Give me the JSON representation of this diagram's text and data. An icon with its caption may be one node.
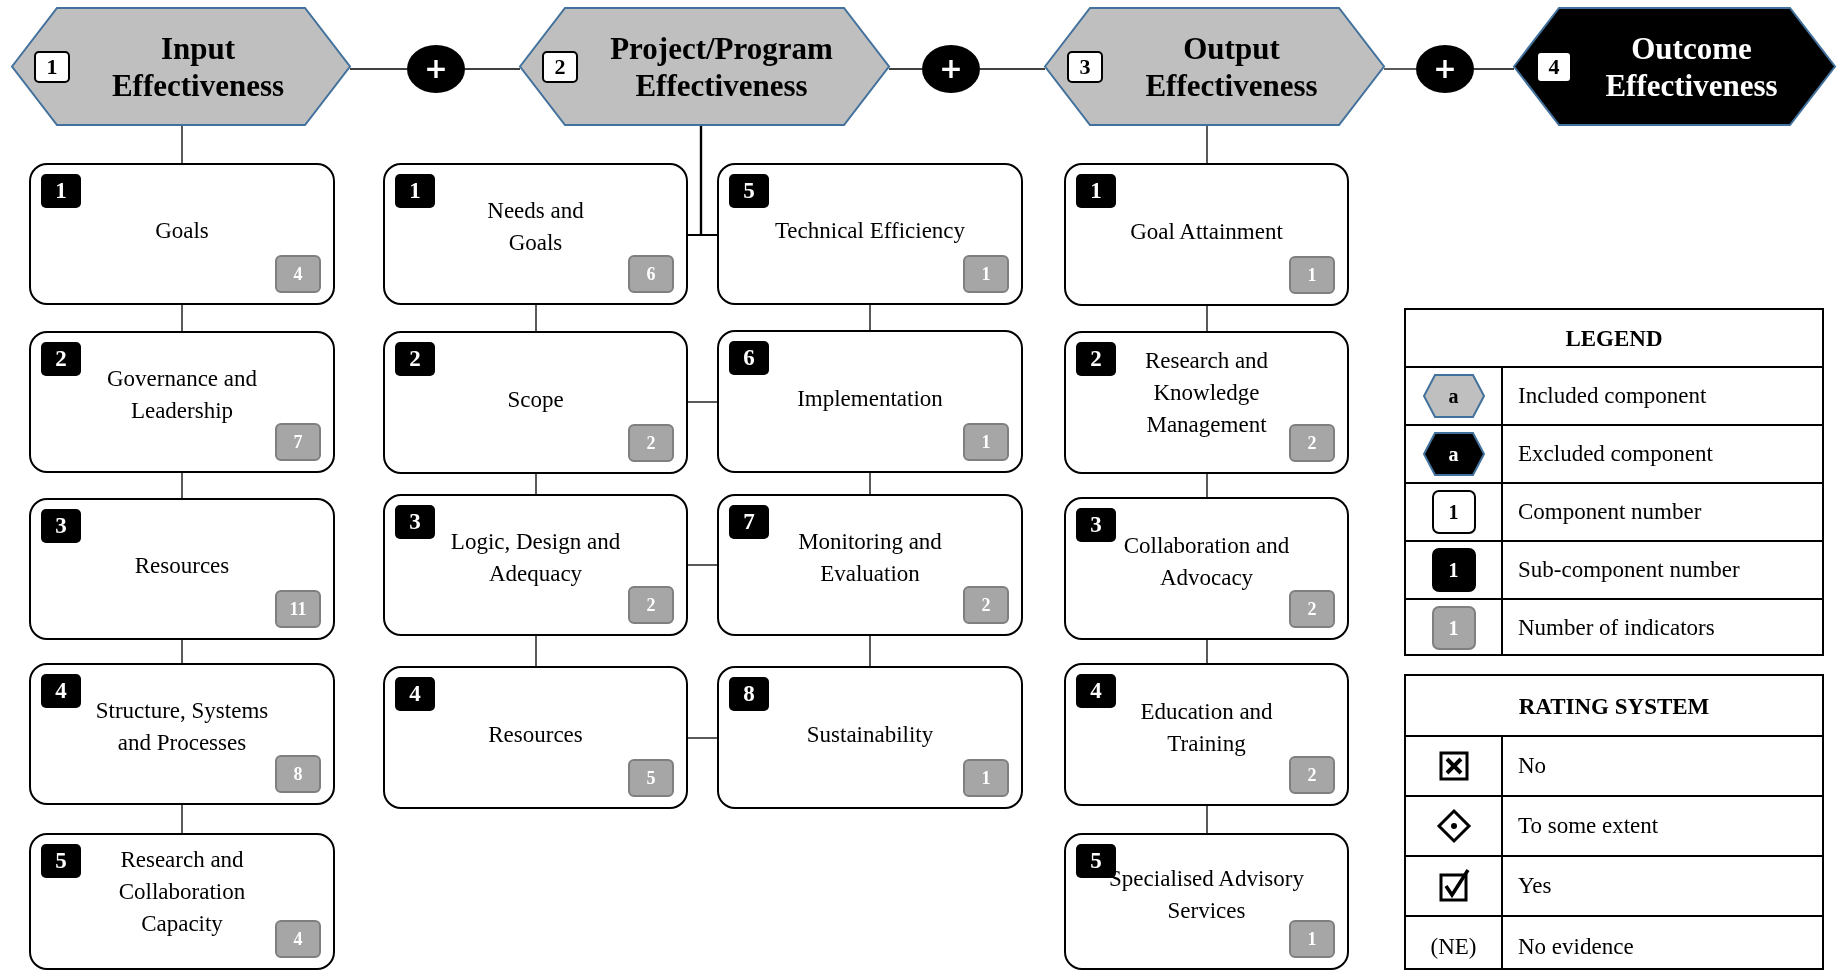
{
  "diagram": {
    "nodes": [
      {
        "text": [
          "1",
          "Input Effectiveness"
        ]
      },
      {
        "text": [
          "+"
        ]
      },
      {
        "text": [
          "2",
          "Project/Program Effectiveness"
        ]
      },
      {
        "text": [
          "+"
        ]
      },
      {
        "text": [
          "3",
          "Output Effectiveness"
        ]
      },
      {
        "text": [
          "+"
        ]
      },
      {
        "text": [
          "4",
          "Outcome Effectiveness"
        ]
      },
      {
        "text": [
          "1",
          "Goals",
          "4"
        ]
      },
      {
        "text": [
          "2",
          "Governance and Leadership",
          "7"
        ]
      },
      {
        "text": [
          "3",
          "Resources",
          "11"
        ]
      },
      {
        "text": [
          "4",
          "Structure, Systems and Processes",
          "8"
        ]
      },
      {
        "text": [
          "5",
          "Research and Collaboration Capacity",
          "4"
        ]
      },
      {
        "text": [
          "1",
          "Needs and Goals",
          "6"
        ]
      },
      {
        "text": [
          "2",
          "Scope",
          "2"
        ]
      },
      {
        "text": [
          "3",
          "Logic, Design and Adequacy",
          "2"
        ]
      },
      {
        "text": [
          "4",
          "Resources",
          "5"
        ]
      },
      {
        "text": [
          "5",
          "Technical Efficiency",
          "1"
        ]
      },
      {
        "text": [
          "6",
          "Implementation",
          "1"
        ]
      },
      {
        "text": [
          "7",
          "Monitoring and Evaluation",
          "2"
        ]
      },
      {
        "text": [
          "8",
          "Sustainability",
          "1"
        ]
      },
      {
        "text": [
          "1",
          "Goal Attainment",
          "1"
        ]
      },
      {
        "text": [
          "2",
          "Research and Knowledge Management",
          "2"
        ]
      },
      {
        "text": [
          "3",
          "Collaboration and Advocacy",
          "2"
        ]
      },
      {
        "text": [
          "4",
          "Education and Training",
          "2"
        ]
      },
      {
        "text": [
          "5",
          "Specialised Advisory Services",
          "1"
        ]
      }
    ],
    "edges": [
      {
        "from": 0,
        "to": 1,
        "arrow": "none"
      },
      {
        "from": 1,
        "to": 2,
        "arrow": "none"
      },
      {
        "from": 2,
        "to": 3,
        "arrow": "none"
      },
      {
        "from": 3,
        "to": 4,
        "arrow": "none"
      },
      {
        "from": 4,
        "to": 5,
        "arrow": "none"
      },
      {
        "from": 5,
        "to": 6,
        "arrow": "none"
      },
      {
        "from": 0,
        "to": 7,
        "arrow": "none"
      },
      {
        "from": 7,
        "to": 8,
        "arrow": "none"
      },
      {
        "from": 8,
        "to": 9,
        "arrow": "none"
      },
      {
        "from": 9,
        "to": 10,
        "arrow": "none"
      },
      {
        "from": 10,
        "to": 11,
        "arrow": "none"
      },
      {
        "from": 2,
        "to": 12,
        "arrow": "none"
      },
      {
        "from": 2,
        "to": 16,
        "arrow": "none"
      },
      {
        "from": 12,
        "to": 13,
        "arrow": "none"
      },
      {
        "from": 13,
        "to": 14,
        "arrow": "none"
      },
      {
        "from": 14,
        "to": 15,
        "arrow": "none"
      },
      {
        "from": 16,
        "to": 17,
        "arrow": "none"
      },
      {
        "from": 17,
        "to": 18,
        "arrow": "none"
      },
      {
        "from": 18,
        "to": 19,
        "arrow": "none"
      },
      {
        "from": 13,
        "to": 17,
        "arrow": "none"
      },
      {
        "from": 14,
        "to": 18,
        "arrow": "none"
      },
      {
        "from": 15,
        "to": 19,
        "arrow": "none"
      },
      {
        "from": 4,
        "to": 20,
        "arrow": "none"
      },
      {
        "from": 20,
        "to": 21,
        "arrow": "none"
      },
      {
        "from": 21,
        "to": 22,
        "arrow": "none"
      },
      {
        "from": 22,
        "to": 23,
        "arrow": "none"
      },
      {
        "from": 23,
        "to": 24,
        "arrow": "none"
      }
    ],
    "labels": [
      "LEGEND",
      "a",
      "a",
      "1",
      "1",
      "1",
      "RATING SYSTEM",
      "(NE)"
    ],
    "legend": [
      {
        "text": "Included component"
      },
      {
        "text": "Excluded component"
      },
      {
        "text": "Component number"
      },
      {
        "text": "Sub-component number"
      },
      {
        "text": "Number of indicators"
      },
      {
        "text": "No"
      },
      {
        "text": "To some extent"
      },
      {
        "text": "Yes"
      },
      {
        "text": "No evidence"
      }
    ]
  }
}
